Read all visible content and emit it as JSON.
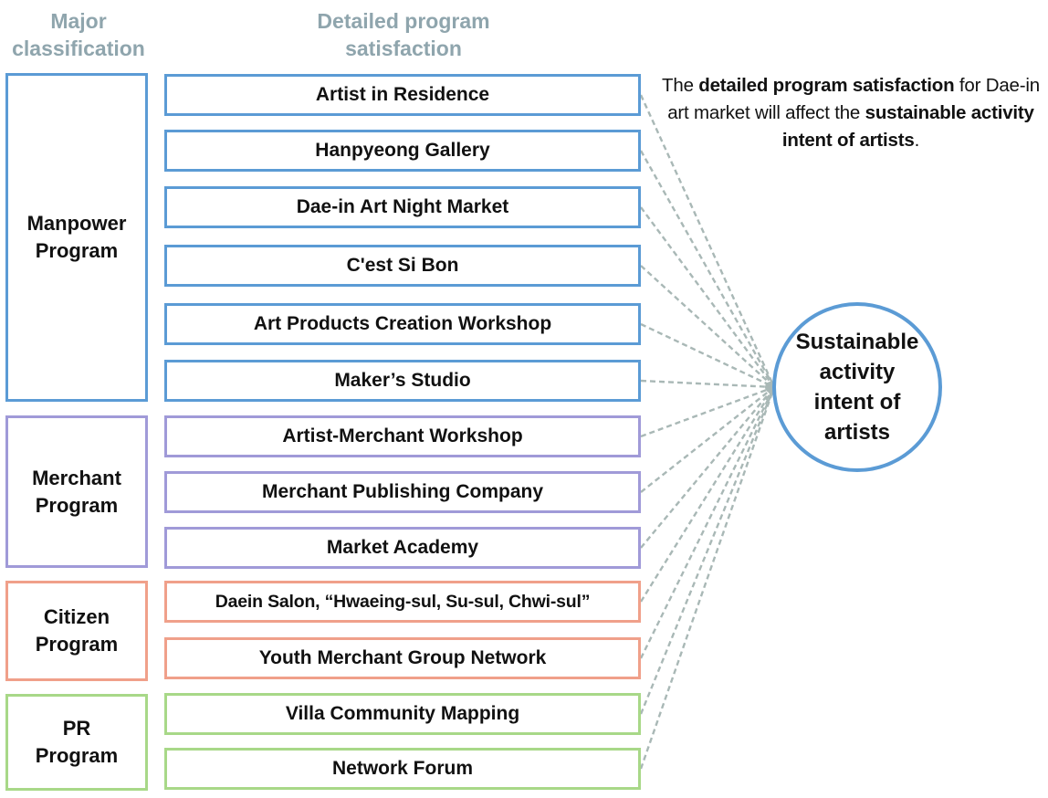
{
  "headers": {
    "major_line1": "Major",
    "major_line2": "classification",
    "detail_line1": "Detailed program",
    "detail_line2": "satisfaction"
  },
  "categories": [
    {
      "line1": "Manpower",
      "line2": "Program",
      "color": "#5b9bd5"
    },
    {
      "line1": "Merchant",
      "line2": "Program",
      "color": "#a09ad8"
    },
    {
      "line1": "Citizen",
      "line2": "Program",
      "color": "#f0a08a"
    },
    {
      "line1": "PR",
      "line2": "Program",
      "color": "#a8d888"
    }
  ],
  "programs": [
    {
      "label": "Artist in Residence"
    },
    {
      "label": "Hanpyeong Gallery"
    },
    {
      "label": "Dae-in Art Night Market"
    },
    {
      "label": "C'est Si Bon"
    },
    {
      "label": "Art Products Creation Workshop"
    },
    {
      "label": "Maker’s Studio"
    },
    {
      "label": "Artist-Merchant Workshop"
    },
    {
      "label": "Merchant Publishing Company"
    },
    {
      "label": "Market Academy"
    },
    {
      "label": "Daein Salon, “Hwaeing-sul, Su-sul, Chwi-sul”"
    },
    {
      "label": "Youth Merchant Group Network"
    },
    {
      "label": "Villa Community Mapping"
    },
    {
      "label": "Network Forum"
    }
  ],
  "target": {
    "line1": "Sustainable",
    "line2": "activity",
    "line3": "intent of",
    "line4": "artists"
  },
  "note": {
    "part1": "The ",
    "bold1": "detailed program satisfaction",
    "part2": " for Dae-in art market will affect the ",
    "bold2": "sustainable activity intent of artists",
    "part3": "."
  },
  "connector_color": "#a9b8b6"
}
